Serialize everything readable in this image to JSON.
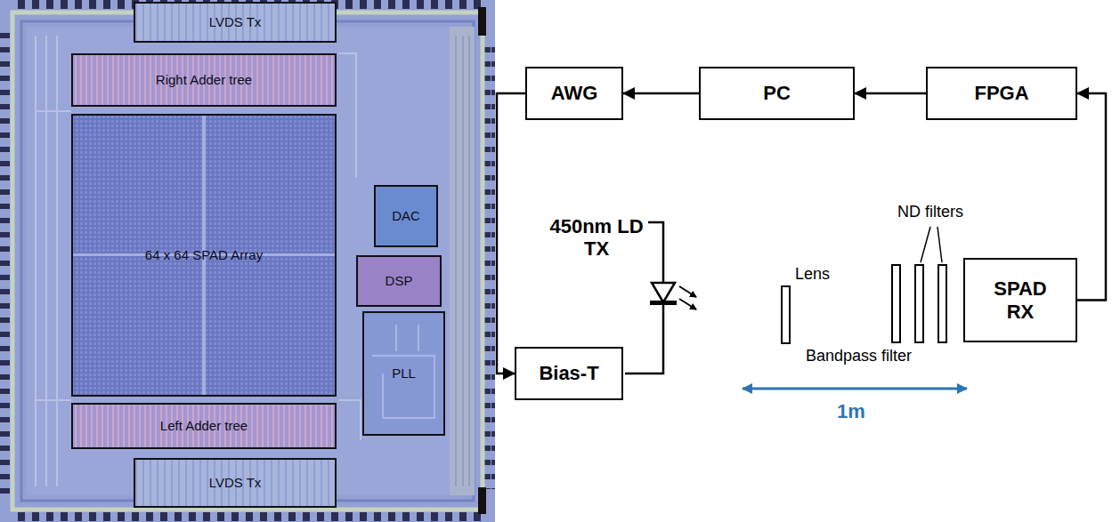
{
  "diagram": {
    "nodes": [
      {
        "text": [
          "LVDS Tx"
        ]
      },
      {
        "text": [
          "Right Adder tree"
        ]
      },
      {
        "text": [
          "64 x 64 SPAD Array"
        ]
      },
      {
        "text": [
          "DAC"
        ]
      },
      {
        "text": [
          "DSP"
        ]
      },
      {
        "text": [
          "PLL"
        ]
      },
      {
        "text": [
          "Left Adder tree"
        ]
      },
      {
        "text": [
          "LVDS Tx"
        ]
      },
      {
        "text": [
          "AWG"
        ]
      },
      {
        "text": [
          "PC"
        ]
      },
      {
        "text": [
          "FPGA"
        ]
      },
      {
        "text": [
          "Bias-T"
        ]
      },
      {
        "text": [
          "SPAD RX"
        ]
      }
    ],
    "edges": [
      {
        "from": 10,
        "to": 9,
        "arrow": "to"
      },
      {
        "from": 9,
        "to": 8,
        "arrow": "to"
      },
      {
        "from": 8,
        "to": 11,
        "arrow": "to"
      },
      {
        "from": 12,
        "to": 10,
        "arrow": "to"
      }
    ],
    "labels": [
      "450nm LD TX",
      "Lens",
      "ND filters",
      "Bandpass filter",
      "1m"
    ]
  }
}
